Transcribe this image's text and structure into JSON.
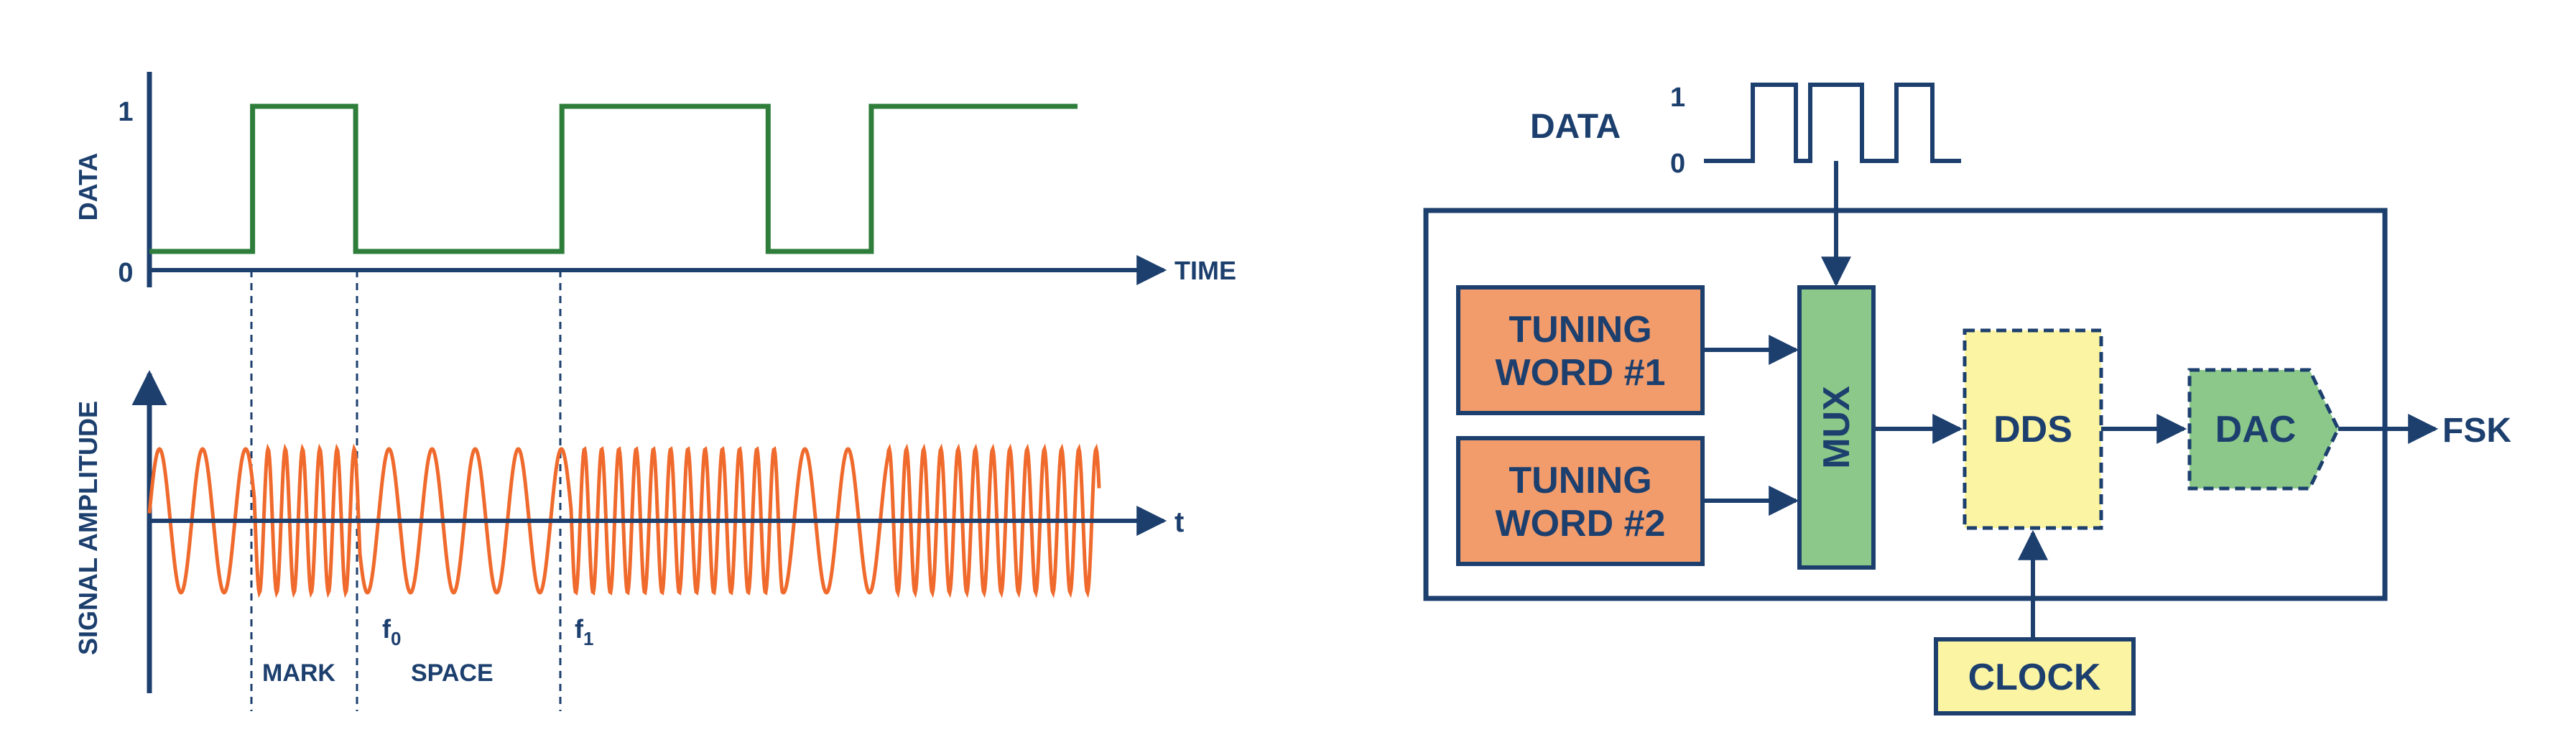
{
  "colors": {
    "navy": "#1c3f6e",
    "green_signal": "#2e7d3b",
    "orange_signal": "#ef6a2c",
    "tuning_fill": "#f39c6b",
    "mux_fill": "#8cc88a",
    "dds_fill": "#fbf4a3",
    "dac_fill": "#8cc88a",
    "clock_fill": "#fbf4a3"
  },
  "timing_diagram": {
    "data_axis_label": "DATA",
    "data_level_high": "1",
    "data_level_low": "0",
    "time_axis_label": "TIME",
    "amplitude_axis_label": "SIGNAL AMPLITUDE",
    "t_axis_label": "t",
    "mark_label": "MARK",
    "space_label": "SPACE",
    "f0_label": "f",
    "f0_sub": "0",
    "f1_label": "f",
    "f1_sub": "1",
    "data_bits": [
      0,
      1,
      0,
      0,
      1,
      1,
      0,
      1,
      1
    ]
  },
  "block_diagram": {
    "data_label": "DATA",
    "data_high": "1",
    "data_low": "0",
    "tuning_word_1": [
      "TUNING",
      "WORD #1"
    ],
    "tuning_word_2": [
      "TUNING",
      "WORD #2"
    ],
    "mux_label": "MUX",
    "dds_label": "DDS",
    "dac_label": "DAC",
    "output_label": "FSK",
    "clock_label": "CLOCK"
  }
}
